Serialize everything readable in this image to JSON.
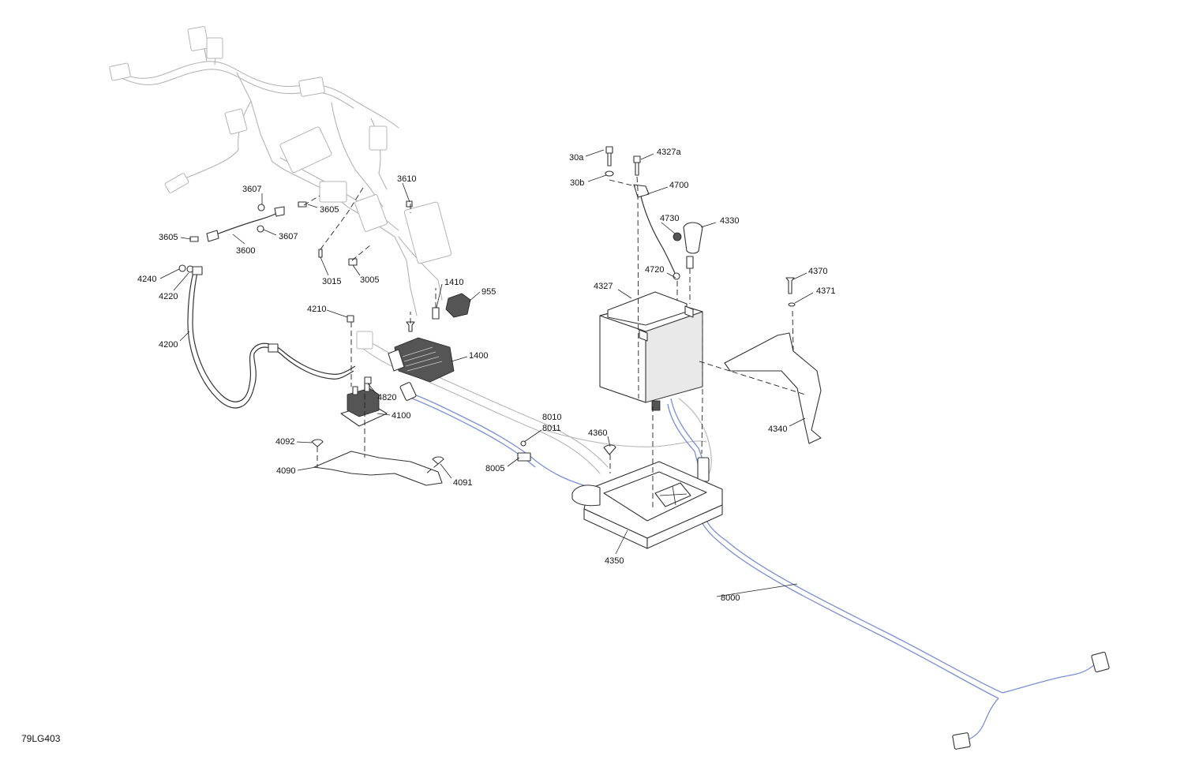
{
  "drawing_code": "79LG403",
  "callouts": {
    "c30a": "30a",
    "c30b": "30b",
    "c4327a": "4327a",
    "c4700": "4700",
    "c4730": "4730",
    "c4330": "4330",
    "c4720": "4720",
    "c4327": "4327",
    "c4370": "4370",
    "c4371": "4371",
    "c4340": "4340",
    "c3610": "3610",
    "c3607a": "3607",
    "c3605a": "3605",
    "c3605b": "3605",
    "c3607b": "3607",
    "c3600": "3600",
    "c3015": "3015",
    "c3005": "3005",
    "c4240": "4240",
    "c4220": "4220",
    "c4200": "4200",
    "c1410": "1410",
    "c955": "955",
    "c4210": "4210",
    "c1400": "1400",
    "c4820": "4820",
    "c4100": "4100",
    "c4092": "4092",
    "c4090": "4090",
    "c4091": "4091",
    "c8010": "8010",
    "c8011": "8011",
    "c8005": "8005",
    "c4360": "4360",
    "c4350": "4350",
    "c8000": "8000"
  },
  "colors": {
    "harness_highlight": "#7a8fd8",
    "line": "#333333",
    "ghost": "#b4b4b4"
  }
}
